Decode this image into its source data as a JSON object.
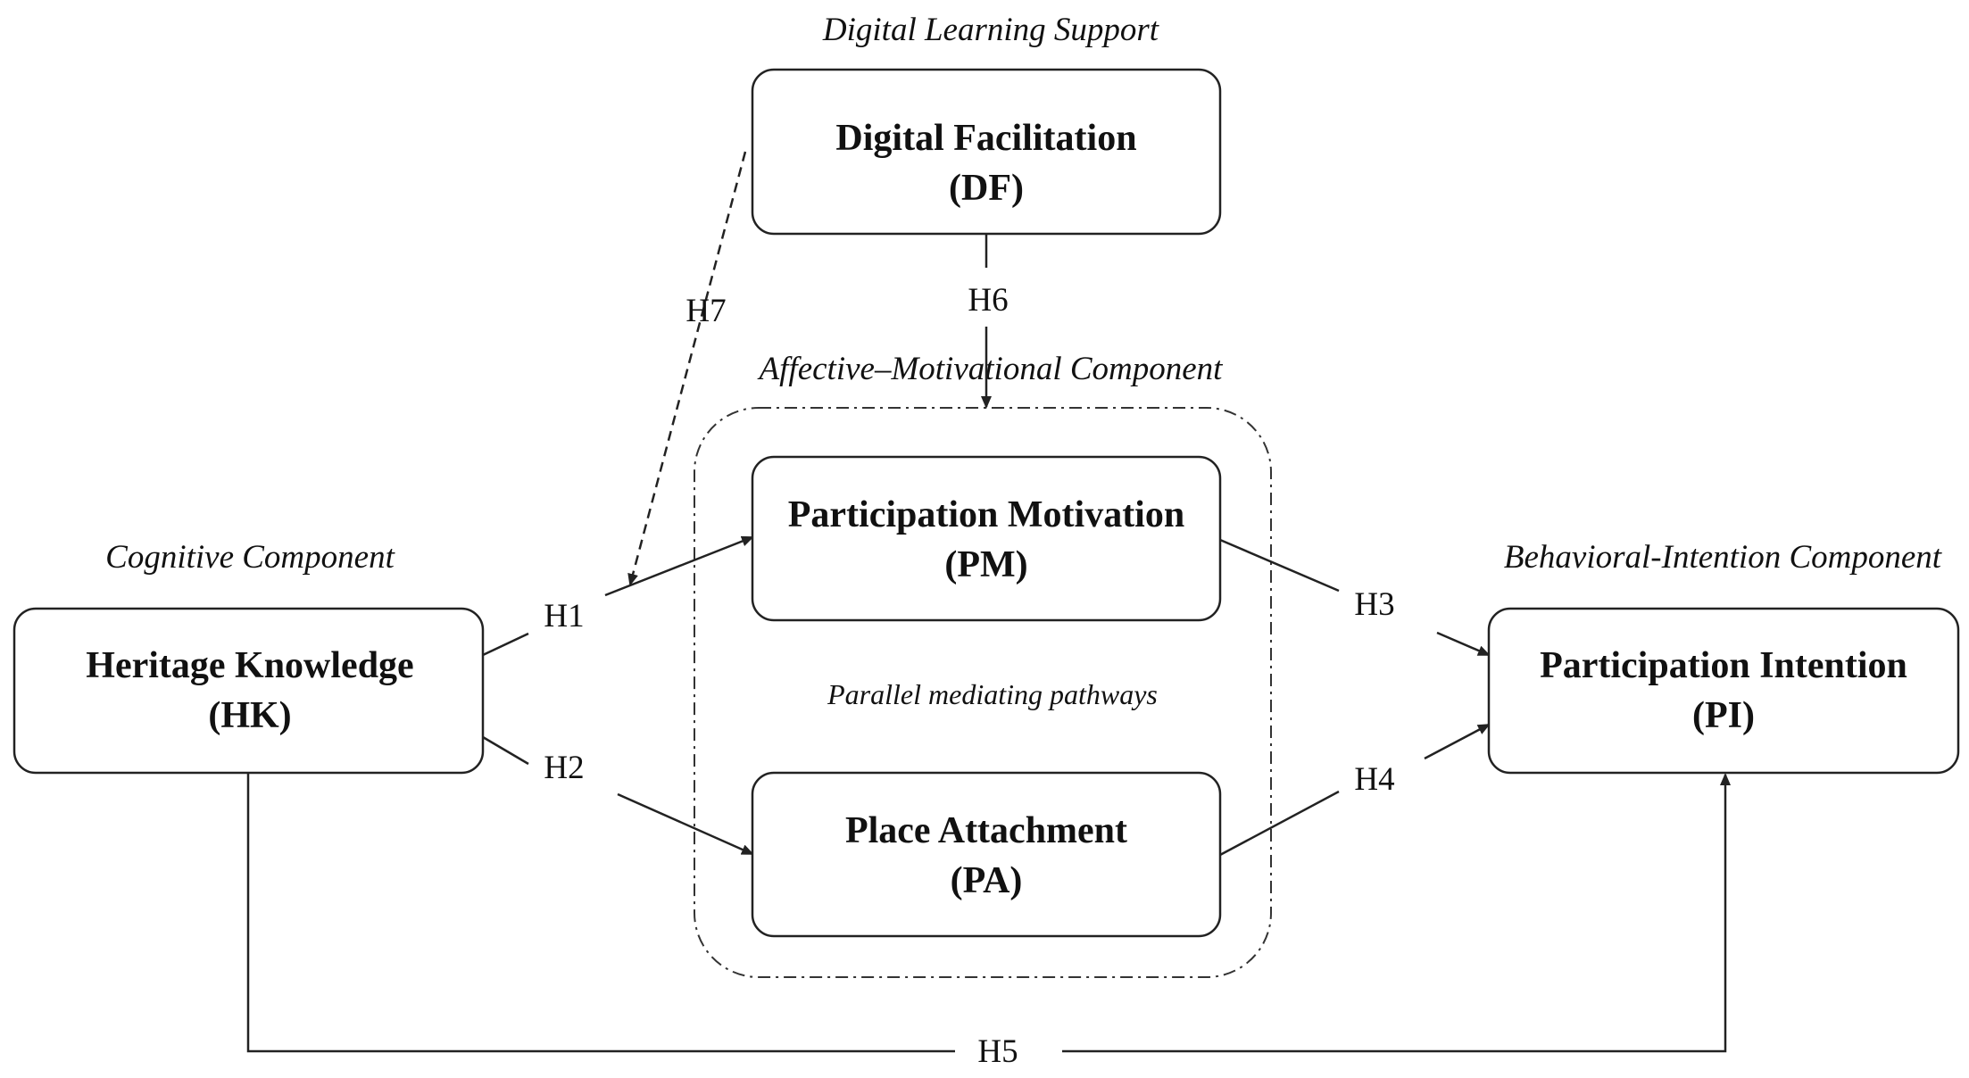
{
  "components": {
    "digital": "Digital Learning Support",
    "affective": "Affective–Motivational Component",
    "cognitive": "Cognitive Component",
    "behavioral": "Behavioral-Intention Component"
  },
  "mediation_note": "Parallel mediating pathways",
  "constructs": {
    "df": {
      "name": "Digital Facilitation",
      "abbr": "(DF)"
    },
    "pm": {
      "name": "Participation Motivation",
      "abbr": "(PM)"
    },
    "pa": {
      "name": "Place Attachment",
      "abbr": "(PA)"
    },
    "hk": {
      "name": "Heritage Knowledge",
      "abbr": "(HK)"
    },
    "pi": {
      "name": "Participation Intention",
      "abbr": "(PI)"
    }
  },
  "hypotheses": {
    "h1": "H1",
    "h2": "H2",
    "h3": "H3",
    "h4": "H4",
    "h5": "H5",
    "h6": "H6",
    "h7": "H7"
  }
}
